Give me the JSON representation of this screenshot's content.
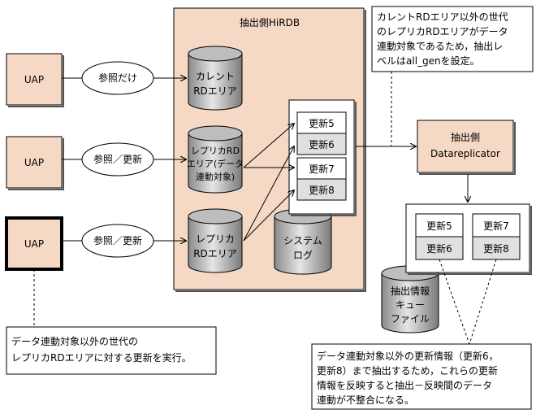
{
  "hirdb": {
    "title": "抽出側HiRDB"
  },
  "uap_boxes": [
    {
      "label": "UAP"
    },
    {
      "label": "UAP"
    },
    {
      "label": "UAP"
    }
  ],
  "access_labels": [
    "参照だけ",
    "参照／更新",
    "参照／更新"
  ],
  "databases": {
    "current_rd": [
      "カレント",
      "RDエリア"
    ],
    "replica_rd_target": [
      "レプリカRD",
      "エリア(データ",
      "連動対象)"
    ],
    "replica_rd": [
      "レプリカ",
      "RDエリア"
    ],
    "system_log": [
      "システム",
      "ログ"
    ],
    "extraction_queue": [
      "抽出情報",
      "キュー",
      "ファイル"
    ]
  },
  "update_list": [
    "更新5",
    "更新6",
    "更新7",
    "更新8"
  ],
  "datareplicator": {
    "line1": "抽出側",
    "line2": "Datareplicator"
  },
  "queue_updates": {
    "left": [
      "更新5",
      "更新6"
    ],
    "right": [
      "更新7",
      "更新8"
    ]
  },
  "notes": {
    "top_right": [
      "カレントRDエリア以外の世代",
      "のレプリカRDエリアがデータ",
      "連動対象であるため，抽出レ",
      "ベルはall_genを設定。"
    ],
    "bottom_left": [
      "データ連動対象以外の世代の",
      "レプリカRDエリアに対する更新を実行。"
    ],
    "bottom_right": [
      "データ連動対象以外の更新情報（更新6，",
      "更新8）まで抽出するため，これらの更新",
      "情報を反映すると抽出－反映間のデータ",
      "連動が不整合になる。"
    ]
  }
}
